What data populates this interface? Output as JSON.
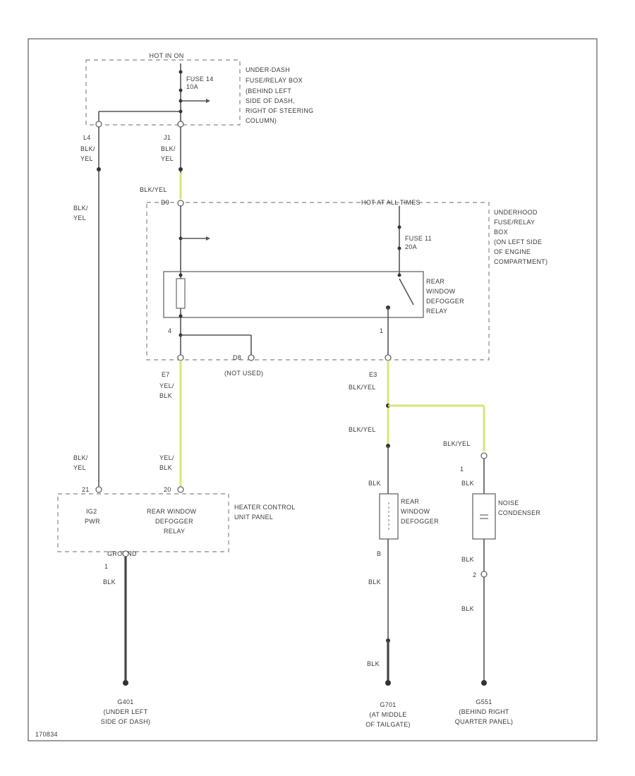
{
  "labels": {
    "hot_in_on": "HOT IN ON",
    "fuse14": "FUSE 14",
    "fuse14_amps": "10A",
    "dash_box_1": "UNDER-DASH",
    "dash_box_2": "FUSE/RELAY BOX",
    "dash_box_3": "(BEHIND LEFT",
    "dash_box_4": "SIDE OF DASH,",
    "dash_box_5": "RIGHT OF STEERING",
    "dash_box_6": "COLUMN)",
    "pin_l4": "L4",
    "pin_j1": "J1",
    "blk1": "BLK/",
    "yel1": "YEL",
    "blk2": "BLK/",
    "yel2": "YEL",
    "blk_yel_top": "BLK/YEL",
    "pin_d9": "D9",
    "hot_at_all_times": "HOT AT ALL TIMES",
    "hood_box_1": "UNDERHOOD",
    "hood_box_2": "FUSE/RELAY",
    "hood_box_3": "BOX",
    "hood_box_4": "(ON LEFT SIDE",
    "hood_box_5": "OF ENGINE",
    "hood_box_6": "COMPARTMENT)",
    "fuse11": "FUSE 11",
    "fuse11_amps": "20A",
    "relay_1": "REAR",
    "relay_2": "WINDOW",
    "relay_3": "DEFOGGER",
    "relay_4": "RELAY",
    "pin_4": "4",
    "pin_1": "1",
    "left_blk": "BLK/",
    "left_yel": "YEL",
    "pin_e7": "E7",
    "yel_a": "YEL/",
    "blk_a": "BLK",
    "pin_d8": "D8",
    "not_used": "(NOT USED)",
    "pin_e3": "E3",
    "blk_yel_1": "BLK/YEL",
    "blk_yel_2": "BLK/YEL",
    "blk_yel_3": "BLK/YEL",
    "left_blk2": "BLK/",
    "left_yel2": "YEL",
    "yel_b": "YEL/",
    "blk_b": "BLK",
    "pin_21": "21",
    "pin_20": "20",
    "hcu_1": "IG2",
    "hcu_2": "PWR",
    "hcu_3": "REAR WINDOW",
    "hcu_4": "DEFOGGER",
    "hcu_5": "RELAY",
    "hcu_label_1": "HEATER CONTROL",
    "hcu_label_2": "UNIT PANEL",
    "gnd_conn": "GROUND",
    "pin_gnd_1": "1",
    "blk_gnd": "BLK",
    "blk_defog": "BLK",
    "defog_1": "REAR",
    "defog_2": "WINDOW",
    "defog_3": "DEFOGGER",
    "pin_b": "B",
    "blk_defog2": "BLK",
    "blk_defog3": "BLK",
    "pin_1b": "1",
    "blk_nc": "BLK",
    "noise_1": "NOISE",
    "noise_2": "CONDENSER",
    "blk_nc2": "BLK",
    "pin_2": "2",
    "blk_nc3": "BLK",
    "g401": "G401",
    "g401_1": "(UNDER LEFT",
    "g401_2": "SIDE OF DASH)",
    "g701": "G701",
    "g701_1": "(AT MIDDLE",
    "g701_2": "OF TAILGATE)",
    "g551": "G551",
    "g551_1": "(BEHIND RIGHT",
    "g551_2": "QUARTER PANEL)",
    "fig_id": "170834"
  },
  "colors": {
    "wire": "#555555",
    "yellow_wire": "#d8e57a",
    "border": "#666666"
  }
}
